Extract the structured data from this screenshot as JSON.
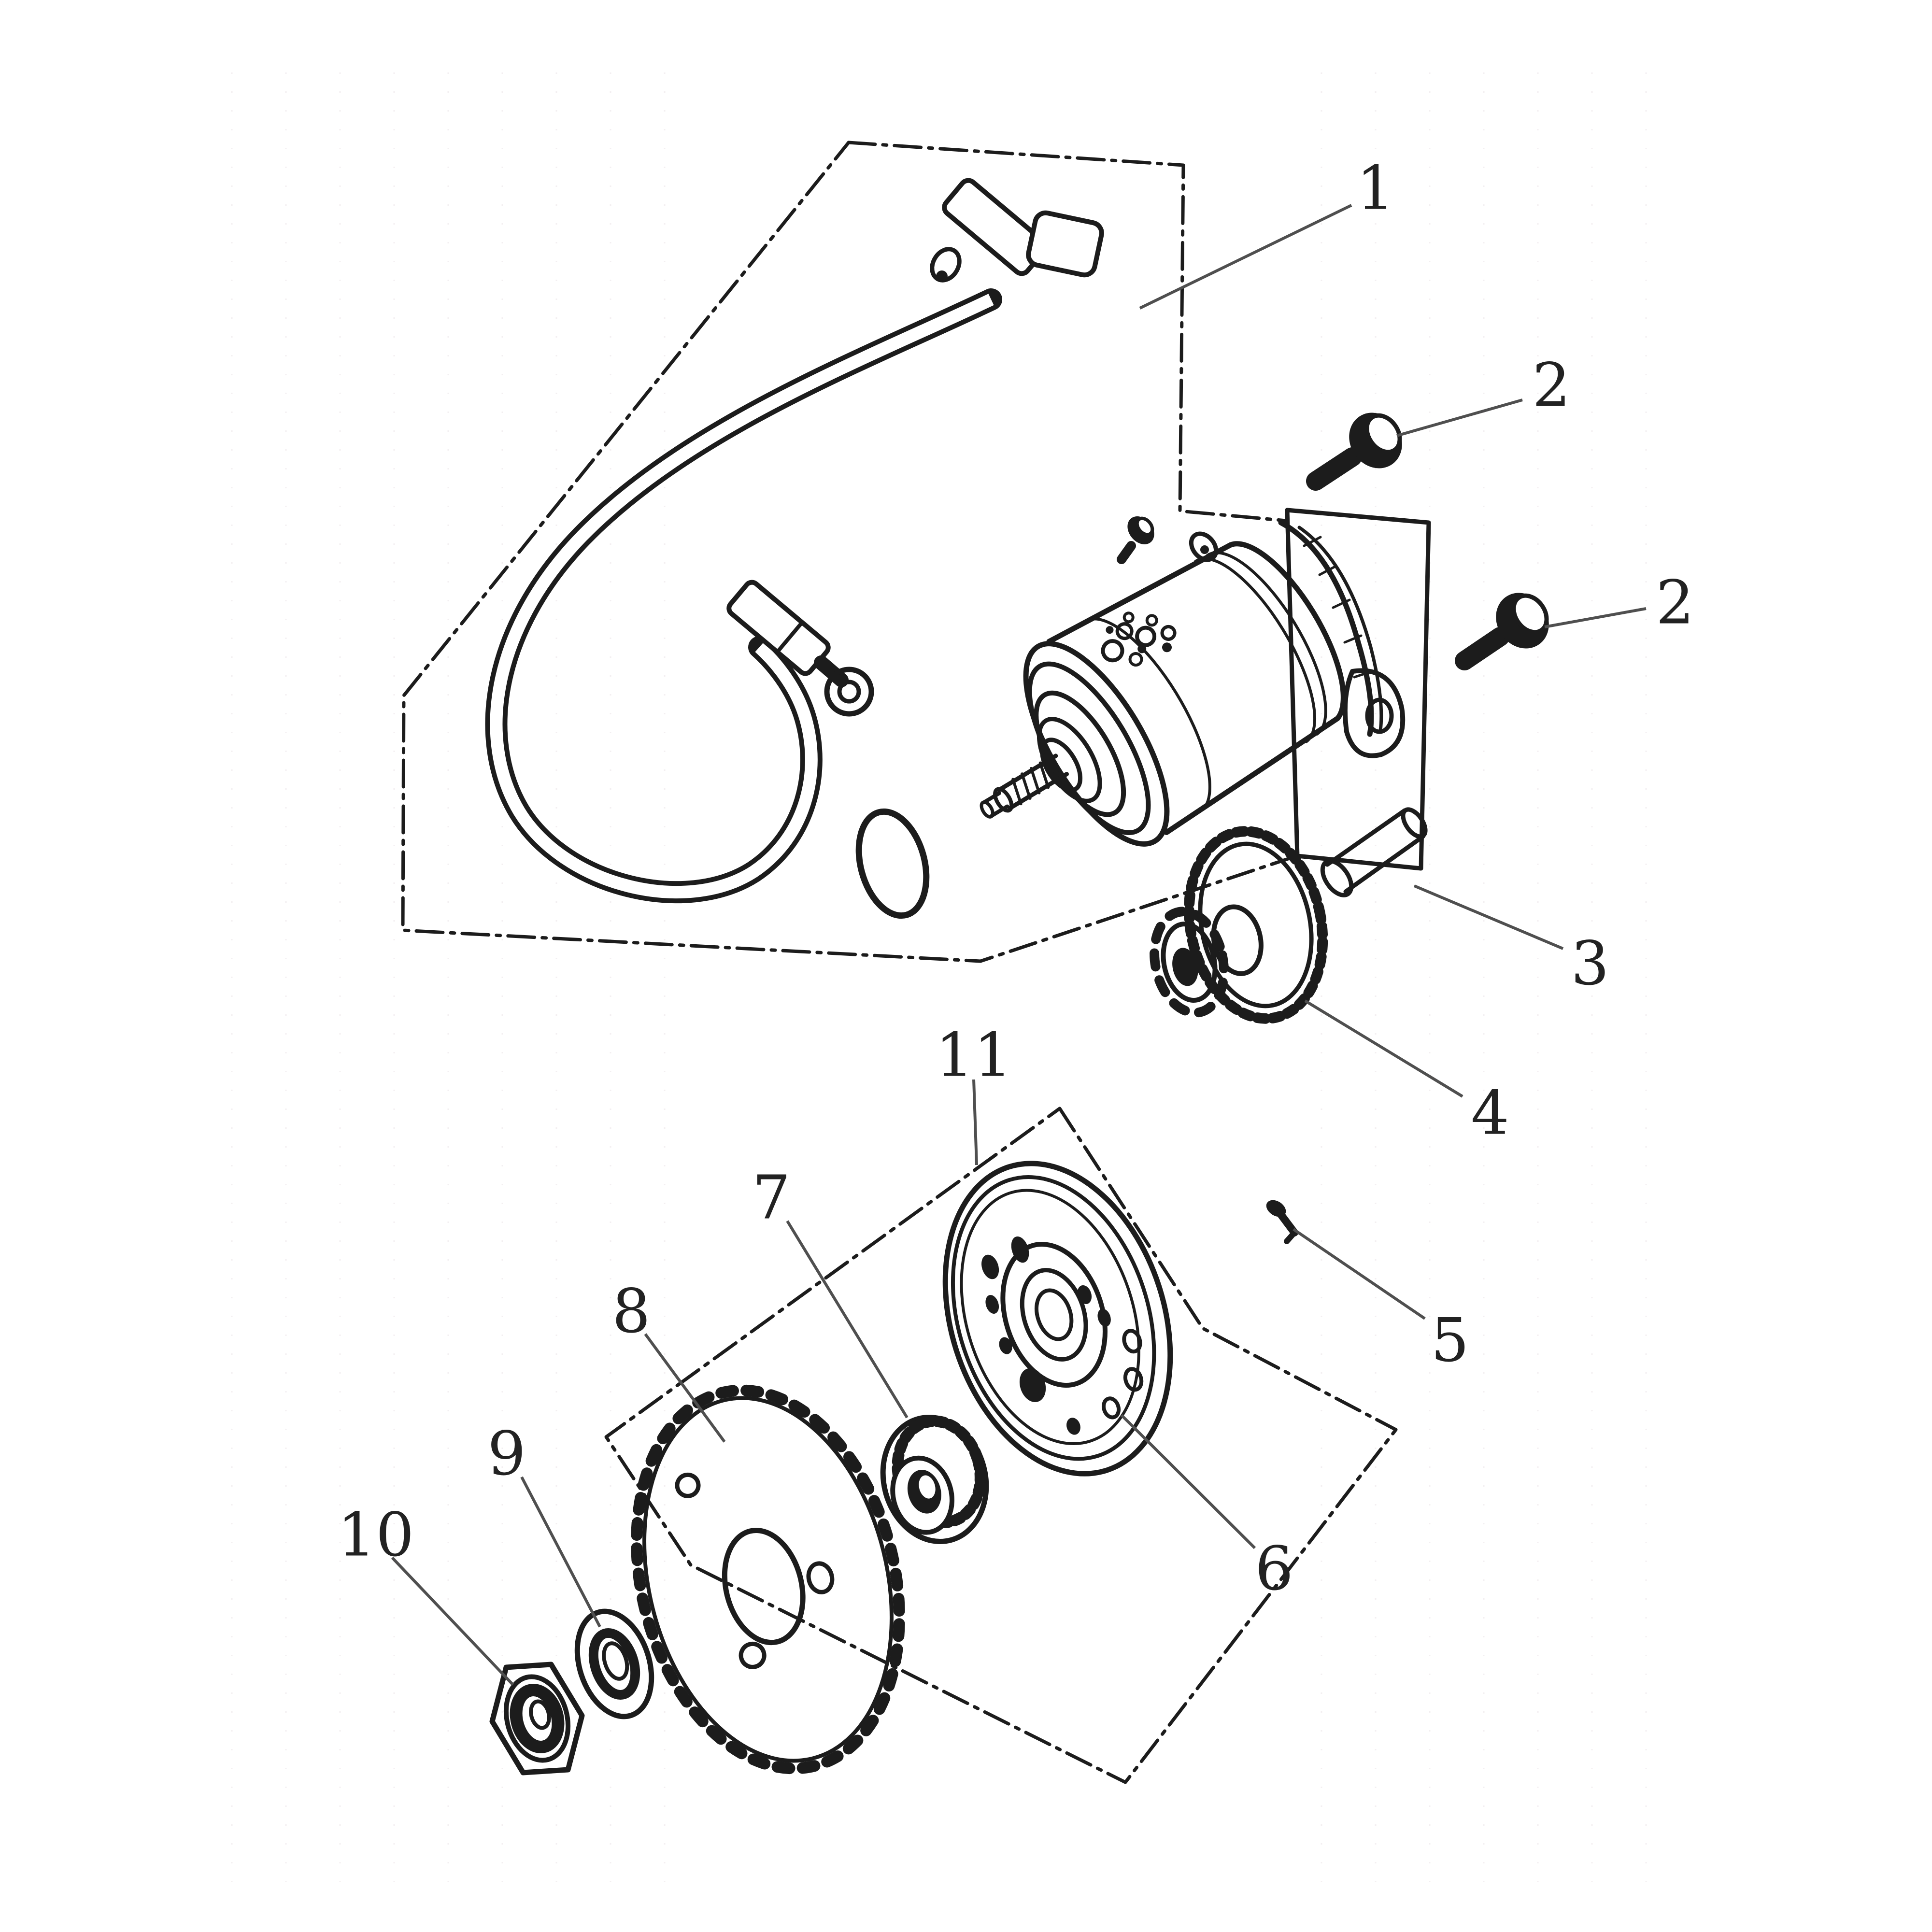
{
  "theme": {
    "background": "#ffffff",
    "ink": "#1c1c1c",
    "leader": "#4f4f4f",
    "text": "#222222"
  },
  "callouts": [
    "1",
    "2",
    "2",
    "3",
    "4",
    "5",
    "6",
    "7",
    "8",
    "9",
    "10",
    "11"
  ]
}
